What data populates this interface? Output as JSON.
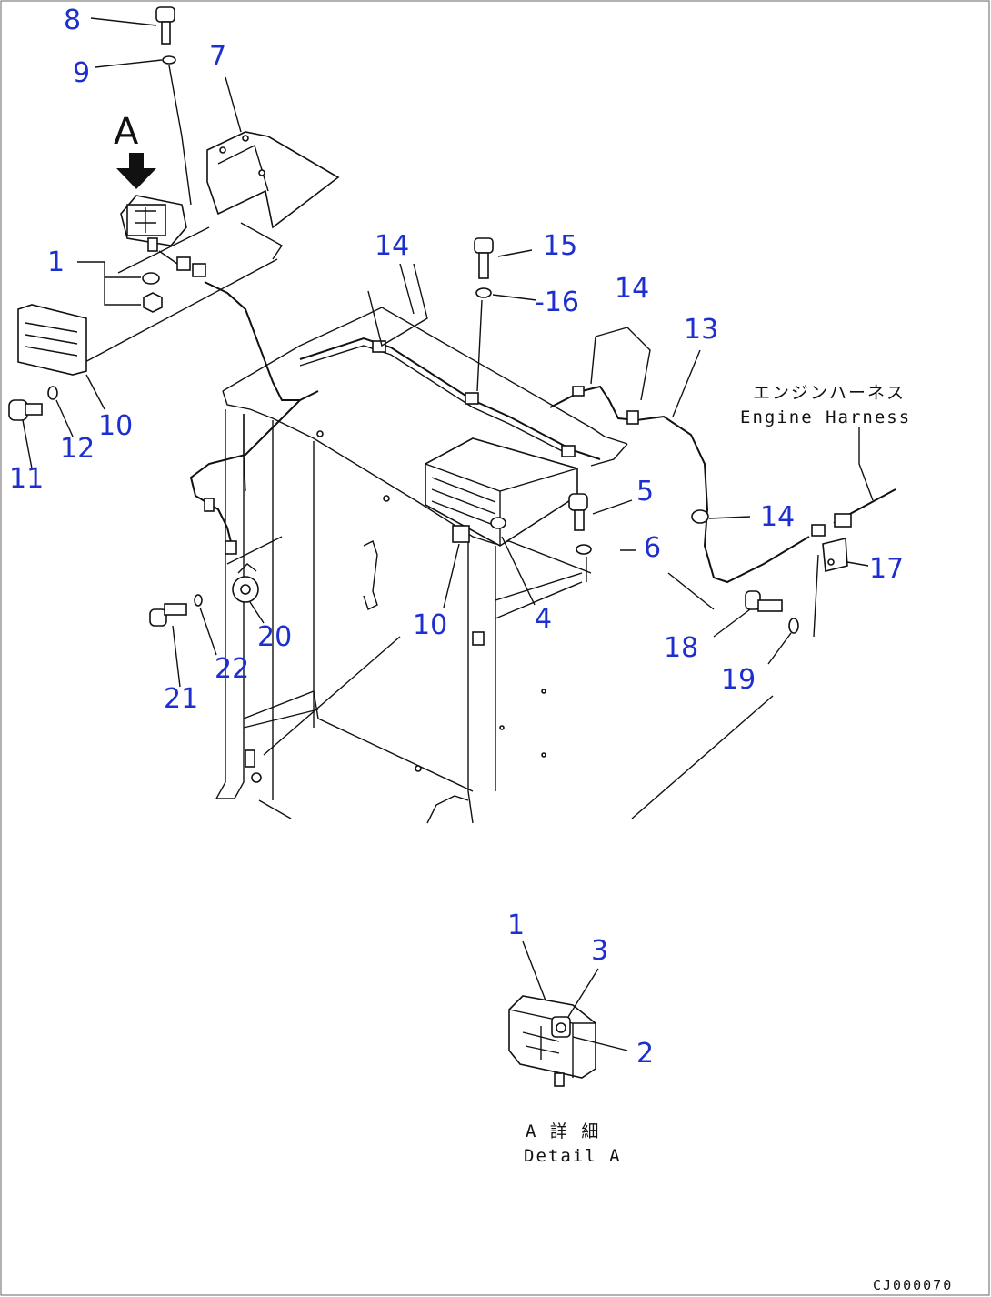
{
  "colors": {
    "callout": "#1e2fd0",
    "line": "#111111",
    "background": "#ffffff"
  },
  "callouts": [
    {
      "id": "c8",
      "label": "8"
    },
    {
      "id": "c9",
      "label": "9"
    },
    {
      "id": "c7",
      "label": "7"
    },
    {
      "id": "c1a",
      "label": "1"
    },
    {
      "id": "c10a",
      "label": "10"
    },
    {
      "id": "c11",
      "label": "11"
    },
    {
      "id": "c12",
      "label": "12"
    },
    {
      "id": "c14a",
      "label": "14"
    },
    {
      "id": "c15",
      "label": "15"
    },
    {
      "id": "c16",
      "label": "-16"
    },
    {
      "id": "c14b",
      "label": "14"
    },
    {
      "id": "c13",
      "label": "13"
    },
    {
      "id": "c5",
      "label": "5"
    },
    {
      "id": "c14c",
      "label": "14"
    },
    {
      "id": "c6",
      "label": "6"
    },
    {
      "id": "c17",
      "label": "17"
    },
    {
      "id": "c4",
      "label": "4"
    },
    {
      "id": "c10b",
      "label": "10"
    },
    {
      "id": "c20",
      "label": "20"
    },
    {
      "id": "c22",
      "label": "22"
    },
    {
      "id": "c21",
      "label": "21"
    },
    {
      "id": "c18",
      "label": "18"
    },
    {
      "id": "c19",
      "label": "19"
    },
    {
      "id": "c1b",
      "label": "1"
    },
    {
      "id": "c3",
      "label": "3"
    },
    {
      "id": "c2",
      "label": "2"
    }
  ],
  "view_label": "A",
  "engine_harness": {
    "jp": "エンジンハーネス",
    "en": "Engine Harness"
  },
  "detail": {
    "jp": "A 詳 細",
    "en": "Detail A"
  },
  "drawing_code": "CJ000070"
}
